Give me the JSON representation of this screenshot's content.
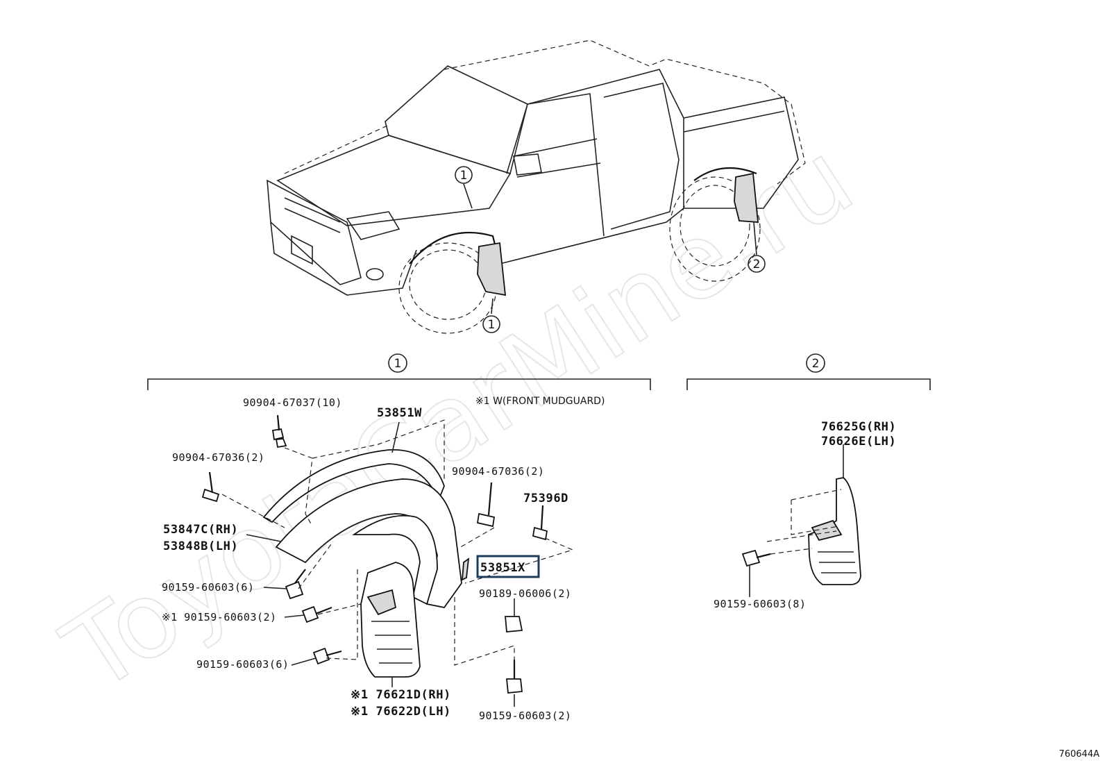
{
  "watermark": "ToyotaCarMine.ru",
  "reference_code": "760644A",
  "note": "※1 W(FRONT MUDGUARD)",
  "truck_callouts": [
    "1",
    "1",
    "2"
  ],
  "section_1": {
    "number": "1",
    "labels": {
      "p_90904_67037": "90904-67037(10)",
      "p_53851W": "53851W",
      "p_90904_67036_left": "90904-67036(2)",
      "p_90904_67036_right": "90904-67036(2)",
      "p_75396D": "75396D",
      "p_53847C": "53847C(RH)",
      "p_53848B": "53848B(LH)",
      "p_53851X": "53851X",
      "p_90159_60603_a": "90159-60603(6)",
      "p_90159_60603_b": "※1 90159-60603(2)",
      "p_90159_60603_c": "90159-60603(6)",
      "p_90189_06006": "90189-06006(2)",
      "p_76621D": "※1 76621D(RH)",
      "p_76622D": "※1 76622D(LH)",
      "p_90159_60603_d": "90159-60603(2)"
    }
  },
  "section_2": {
    "number": "2",
    "labels": {
      "p_76625G": "76625G(RH)",
      "p_76626E": "76626E(LH)",
      "p_90159_60603_e": "90159-60603(8)"
    }
  }
}
